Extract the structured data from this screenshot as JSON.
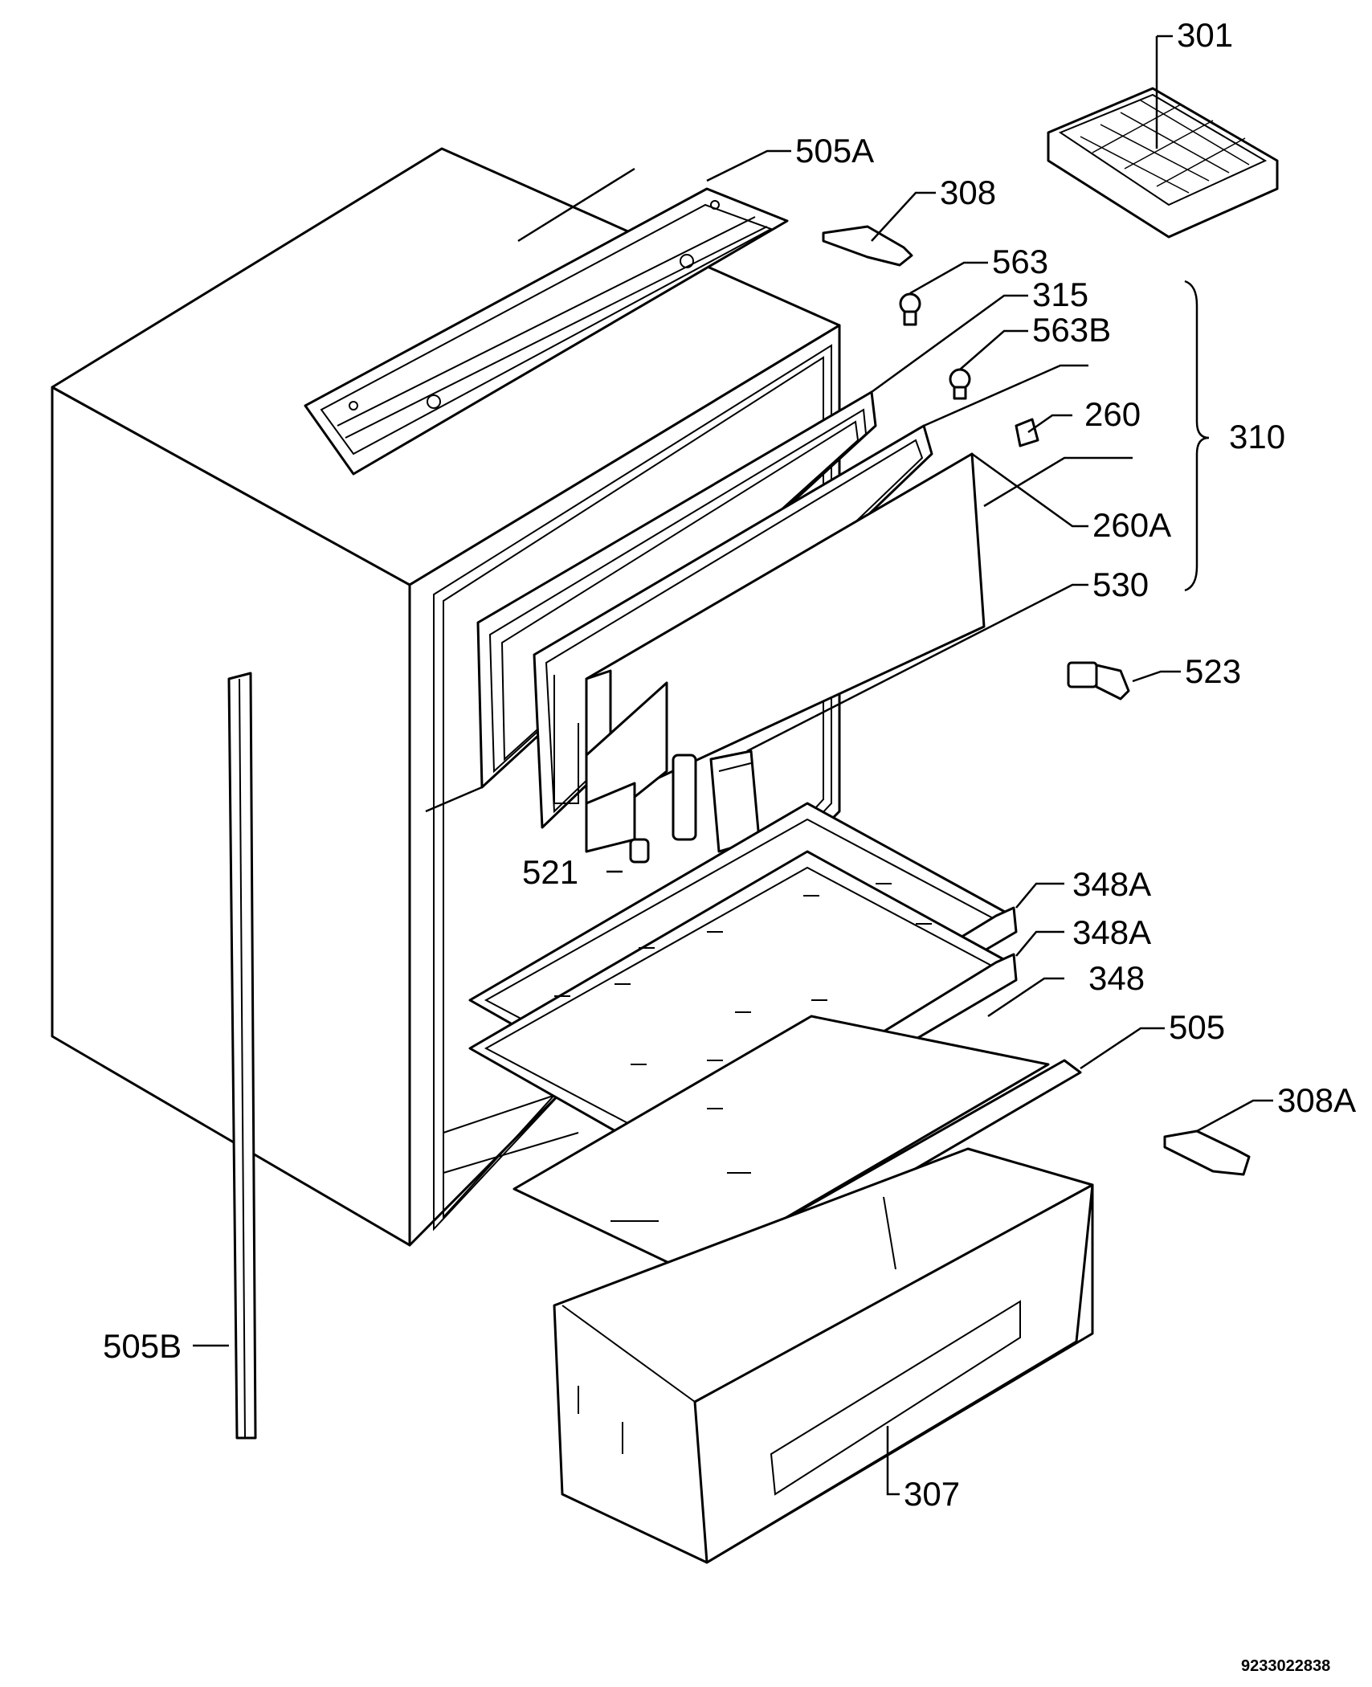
{
  "labels": {
    "l301": "301",
    "l505A": "505A",
    "l308": "308",
    "l563": "563",
    "l315": "315",
    "l563B": "563B",
    "l260": "260",
    "l310": "310",
    "l260A": "260A",
    "l530": "530",
    "l523": "523",
    "l521": "521",
    "l348A_1": "348A",
    "l348A_2": "348A",
    "l348": "348",
    "l505": "505",
    "l308A": "308A",
    "l505B": "505B",
    "l307": "307"
  },
  "document_number": "9233022838"
}
